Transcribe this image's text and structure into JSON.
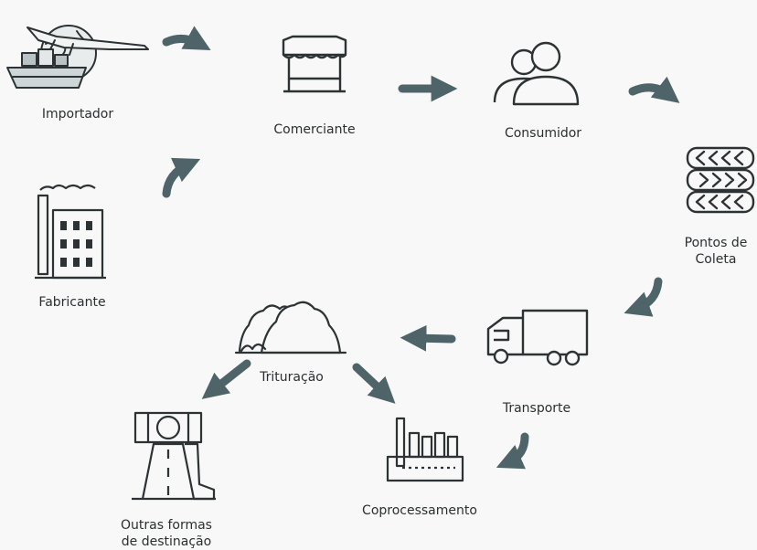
{
  "nodes": {
    "importador": {
      "label": "Importador"
    },
    "comerciante": {
      "label": "Comerciante"
    },
    "consumidor": {
      "label": "Consumidor"
    },
    "pontos_de_coleta": {
      "label_line1": "Pontos de",
      "label_line2": "Coleta"
    },
    "fabricante": {
      "label": "Fabricante"
    },
    "transporte": {
      "label": "Transporte"
    },
    "trituracao": {
      "label": "Trituração"
    },
    "coprocessamento": {
      "label": "Coprocessamento"
    },
    "outras_formas": {
      "label_line1": "Outras formas",
      "label_line2": "de destinação"
    }
  },
  "colors": {
    "arrow": "#4f6469",
    "icon_stroke": "#2d3234",
    "background": "#f7f8f7",
    "text": "#2b2f31"
  }
}
